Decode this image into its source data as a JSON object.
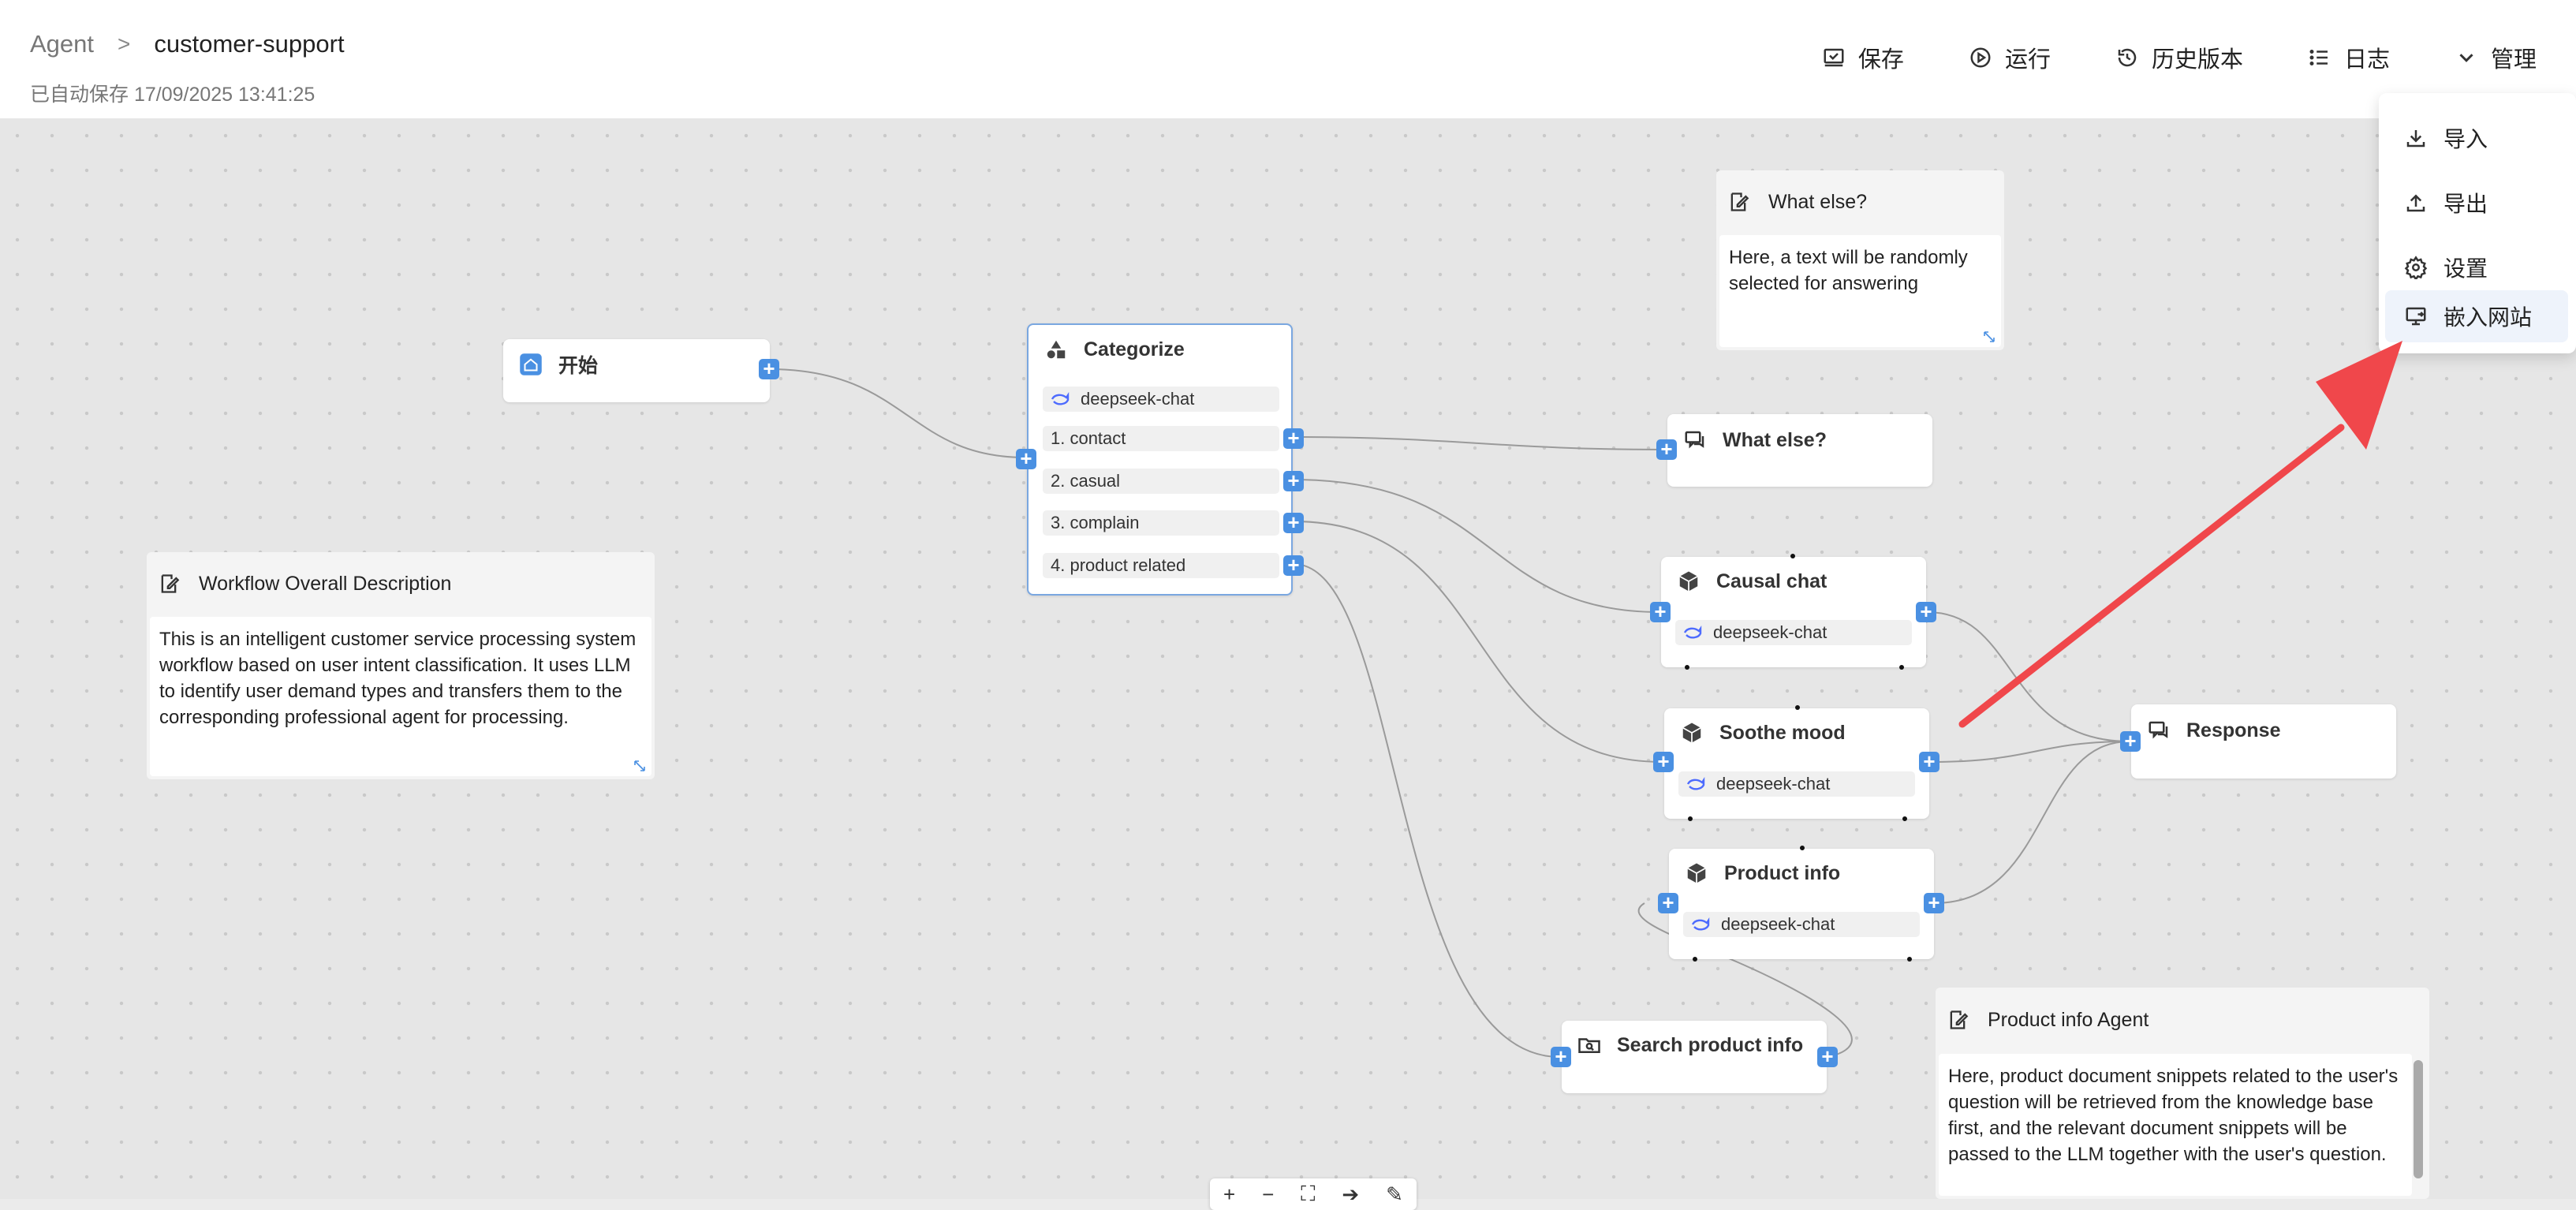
{
  "breadcrumb": {
    "root": "Agent",
    "separator": ">",
    "current": "customer-support"
  },
  "autosave": "已自动保存 17/09/2025 13:41:25",
  "toolbar": {
    "save": "保存",
    "run": "运行",
    "history": "历史版本",
    "log": "日志",
    "manage": "管理"
  },
  "manage_menu": {
    "import": "导入",
    "export": "导出",
    "settings": "设置",
    "embed": "嵌入网站"
  },
  "nodes": {
    "start": {
      "title": "开始"
    },
    "categorize": {
      "title": "Categorize",
      "model": "deepseek-chat",
      "items": [
        "1. contact",
        "2. casual",
        "3. complain",
        "4. product related"
      ]
    },
    "what_else": {
      "title": "What else?"
    },
    "causal_chat": {
      "title": "Causal chat",
      "model": "deepseek-chat"
    },
    "soothe_mood": {
      "title": "Soothe mood",
      "model": "deepseek-chat"
    },
    "product_info": {
      "title": "Product info",
      "model": "deepseek-chat"
    },
    "response": {
      "title": "Response"
    },
    "search_product": {
      "title": "Search product info"
    }
  },
  "notes": {
    "what_else_note": {
      "title": "What else?",
      "body": "Here, a text will be randomly selected for answering"
    },
    "workflow_desc": {
      "title": "Workflow Overall Description",
      "body": "This is an intelligent customer service processing system workflow based on user intent classification. It uses LLM to identify user demand types and transfers them to the corresponding professional agent for processing."
    },
    "product_agent": {
      "title": "Product info Agent",
      "body": "Here, product document snippets related to the user's question will be retrieved from the knowledge base first, and the relevant document snippets will be passed to the LLM together with the user's question."
    }
  },
  "colors": {
    "accent": "#4a90e2",
    "arrow": "#f0474b"
  },
  "icons": {
    "save": "save-icon",
    "run": "play-icon",
    "history": "history-icon",
    "log": "list-icon",
    "manage": "chevron-down-icon"
  }
}
